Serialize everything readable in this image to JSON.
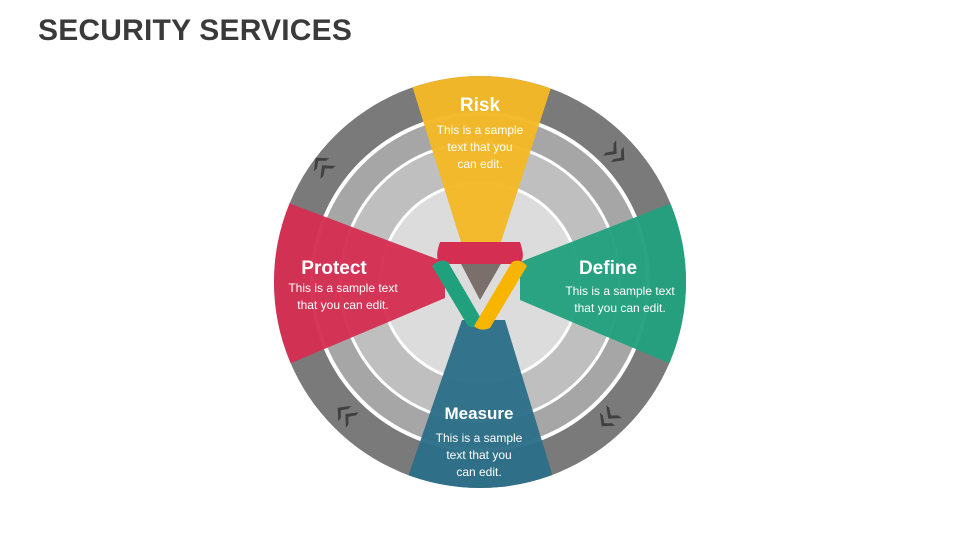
{
  "slide": {
    "title": "SECURITY SERVICES"
  },
  "segments": {
    "risk": {
      "title": "Risk",
      "lines": [
        "This is a sample",
        "text that you",
        "can edit."
      ],
      "color": "#F2B824"
    },
    "define": {
      "title": "Define",
      "lines": [
        "This is a sample text",
        "that you can edit."
      ],
      "color": "#21A07E"
    },
    "measure": {
      "title": "Measure",
      "lines": [
        "This is a sample",
        "text that you",
        "can edit."
      ],
      "color": "#2C6E87"
    },
    "protect": {
      "title": "Protect",
      "lines": [
        "This is a sample text",
        "that you can edit."
      ],
      "color": "#D42F52"
    }
  },
  "colors": {
    "outer_ring": "#7a7a7a",
    "ring_mid": "#bdbdbd",
    "ring_inner": "#d9d9d9",
    "separator": "#ffffff",
    "arrow": "#3f3f3f",
    "center_core": "#7a6f6a"
  },
  "icons": {
    "cycle_arrows": "double-chevron-icon",
    "center": "triangle-knot-icon"
  }
}
